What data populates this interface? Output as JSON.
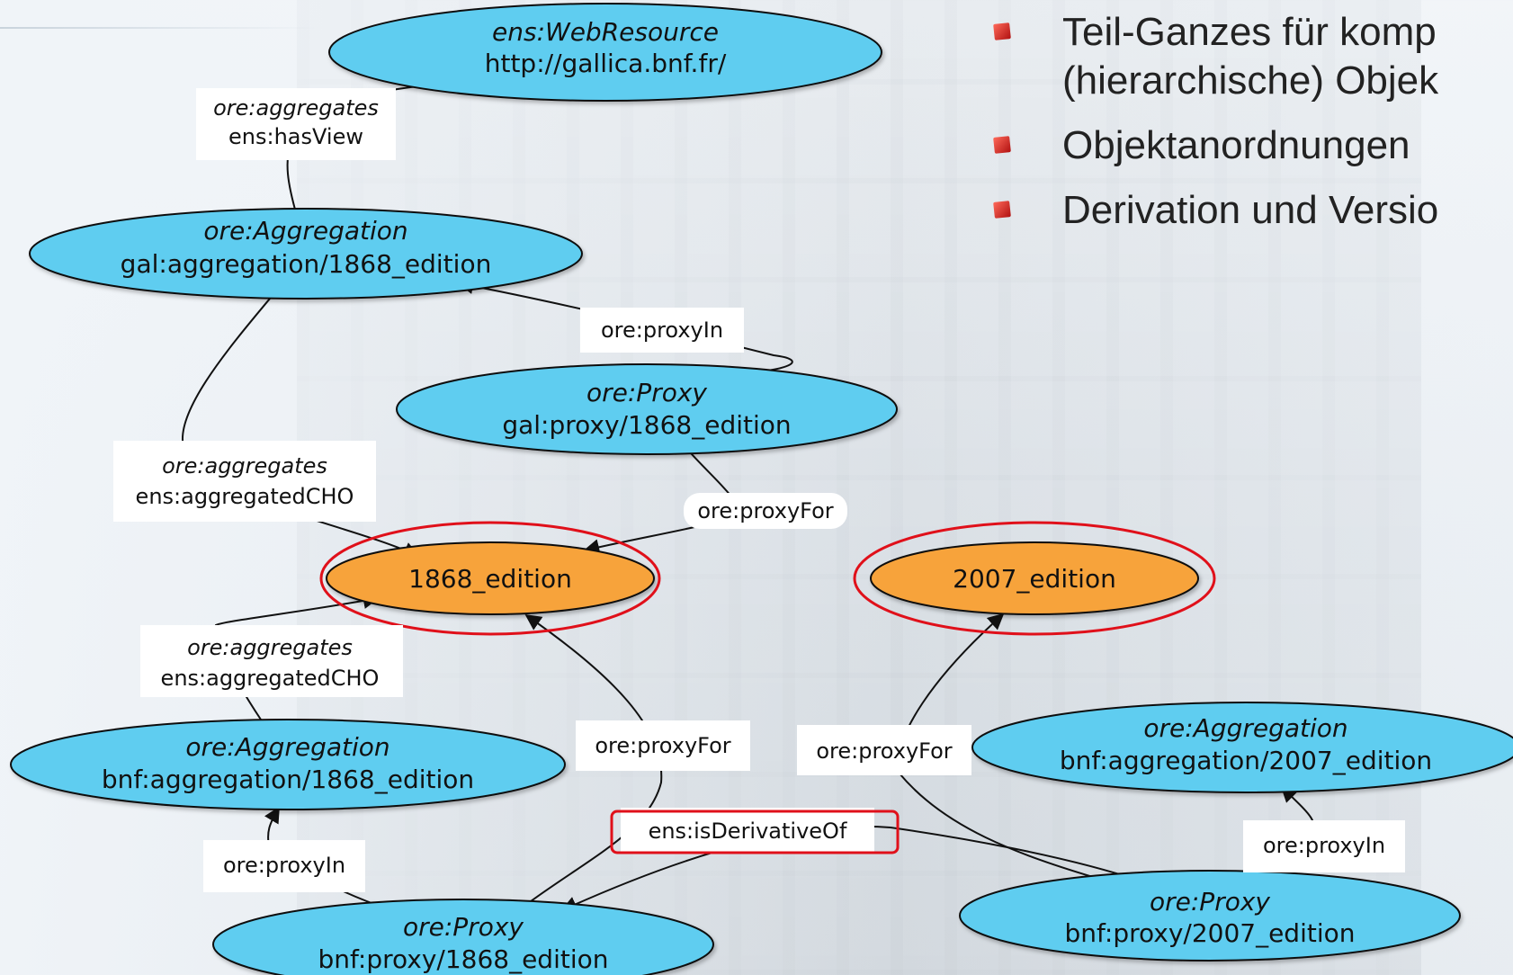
{
  "bullets": [
    {
      "text": "Teil-Ganzes für komp"
    },
    {
      "text": "(hierarchische) Objek"
    },
    {
      "text": "Objektanordnungen"
    },
    {
      "text": "Derivation und Versio"
    }
  ],
  "colors": {
    "proxy_node": "#5fcdf0",
    "core_node": "#f7a33a",
    "highlight": "#e0101a",
    "edge": "#111111"
  },
  "nodes": {
    "webresource": {
      "title": "ens:WebResource",
      "id": "http://gallica.bnf.fr/"
    },
    "gal_aggregation": {
      "title": "ore:Aggregation",
      "id": "gal:aggregation/1868_edition"
    },
    "gal_proxy": {
      "title": "ore:Proxy",
      "id": "gal:proxy/1868_edition"
    },
    "edition_1868": {
      "label": "1868_edition"
    },
    "edition_2007": {
      "label": "2007_edition"
    },
    "bnf_aggregation_1868": {
      "title": "ore:Aggregation",
      "id": "bnf:aggregation/1868_edition"
    },
    "bnf_aggregation_2007": {
      "title": "ore:Aggregation",
      "id": "bnf:aggregation/2007_edition"
    },
    "bnf_proxy_1868": {
      "title": "ore:Proxy",
      "id": "bnf:proxy/1868_edition"
    },
    "bnf_proxy_2007": {
      "title": "ore:Proxy",
      "id": "bnf:proxy/2007_edition"
    }
  },
  "edges": {
    "aggregates_hasview": {
      "line1": "ore:aggregates",
      "line2": "ens:hasView"
    },
    "gal_proxyin": {
      "label": "ore:proxyIn"
    },
    "gal_aggregates_cho": {
      "line1": "ore:aggregates",
      "line2": "ens:aggregatedCHO"
    },
    "gal_proxyfor": {
      "label": "ore:proxyFor"
    },
    "bnf_aggregates_cho": {
      "line1": "ore:aggregates",
      "line2": "ens:aggregatedCHO"
    },
    "bnf1868_proxyfor": {
      "label": "ore:proxyFor"
    },
    "bnf2007_proxyfor": {
      "label": "ore:proxyFor"
    },
    "bnf1868_proxyin": {
      "label": "ore:proxyIn"
    },
    "bnf2007_proxyin": {
      "label": "ore:proxyIn"
    },
    "derivative": {
      "label": "ens:isDerivativeOf"
    }
  }
}
